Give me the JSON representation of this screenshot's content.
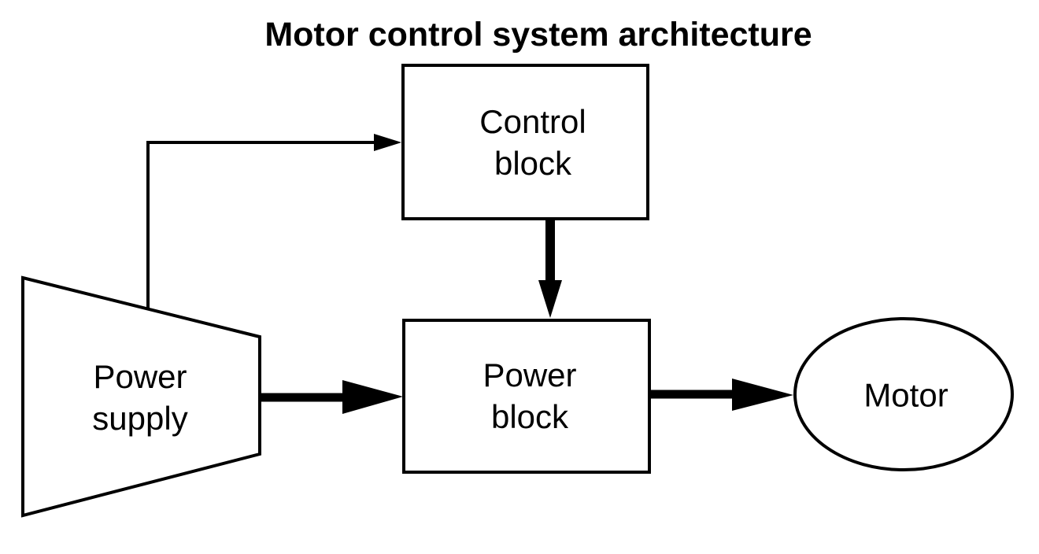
{
  "diagram": {
    "title": "Motor control system architecture",
    "colors": {
      "line": "#000000",
      "fill": "#ffffff",
      "background": "#ffffff"
    },
    "nodes": {
      "power_supply": {
        "label": "Power\nsupply",
        "shape": "trapezoid"
      },
      "control_block": {
        "label": "Control\nblock",
        "shape": "rectangle"
      },
      "power_block": {
        "label": "Power\nblock",
        "shape": "rectangle"
      },
      "motor": {
        "label": "Motor",
        "shape": "ellipse"
      }
    },
    "connections": [
      {
        "from": "power_supply",
        "to": "control_block",
        "style": "thin-arrow"
      },
      {
        "from": "control_block",
        "to": "power_block",
        "style": "thick-arrow"
      },
      {
        "from": "power_supply",
        "to": "power_block",
        "style": "thick-arrow"
      },
      {
        "from": "power_block",
        "to": "motor",
        "style": "thick-arrow"
      }
    ]
  }
}
